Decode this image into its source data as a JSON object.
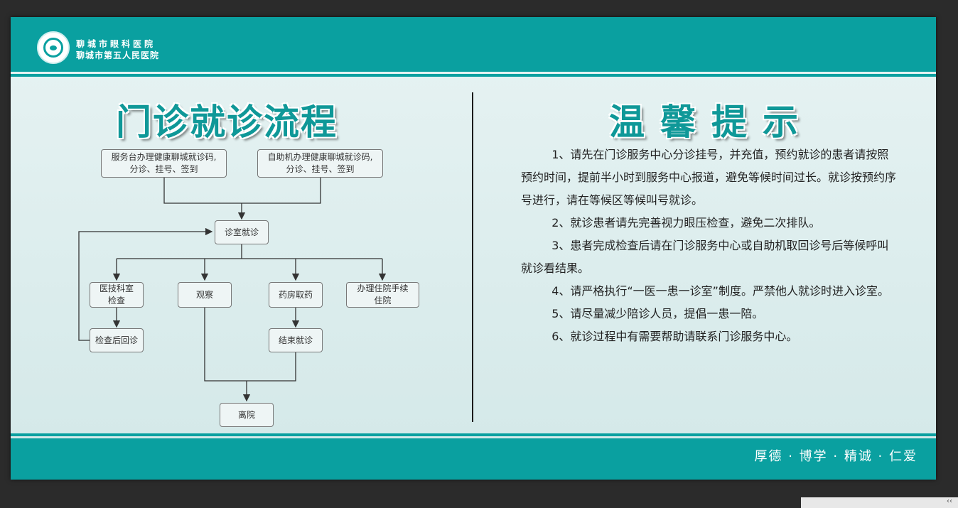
{
  "header": {
    "hospital_name_1": "聊城市眼科医院",
    "hospital_name_2": "聊城市第五人民医院",
    "logo_icon": "eye-hospital-emblem-icon"
  },
  "footer": {
    "motto": "厚德 · 博学 · 精诚 · 仁爱"
  },
  "left": {
    "title": "门诊就诊流程",
    "nodes": {
      "desk": "服务台办理健康聊城就诊码,\n分诊、挂号、签到",
      "kiosk": "自助机办理健康聊城就诊码,\n分诊、挂号、签到",
      "consult": "诊室就诊",
      "medtech": "医技科室\n检查",
      "observe": "观察",
      "pharmacy": "药房取药",
      "admit": "办理住院手续\n住院",
      "revisit": "检查后回诊",
      "finish": "结束就诊",
      "leave": "离院"
    }
  },
  "right": {
    "title": "温馨提示",
    "tips": [
      "1、请先在门诊服务中心分诊挂号，并充值，预约就诊的患者请按照预约时间，提前半小时到服务中心报道，避免等候时间过长。就诊按预约序号进行，请在等候区等候叫号就诊。",
      "2、就诊患者请先完善视力眼压检查，避免二次排队。",
      "3、患者完成检查后请在门诊服务中心或自助机取回诊号后等候呼叫就诊看结果。",
      "4、请严格执行“一医一患一诊室”制度。严禁他人就诊时进入诊室。",
      "5、请尽量减少陪诊人员，提倡一患一陪。",
      "6、就诊过程中有需要帮助请联系门诊服务中心。"
    ]
  },
  "colors": {
    "accent": "#0aa0a0",
    "title": "#0f9898",
    "background": "#dfeeee"
  },
  "ui": {
    "collapse_glyph": "‹‹"
  }
}
